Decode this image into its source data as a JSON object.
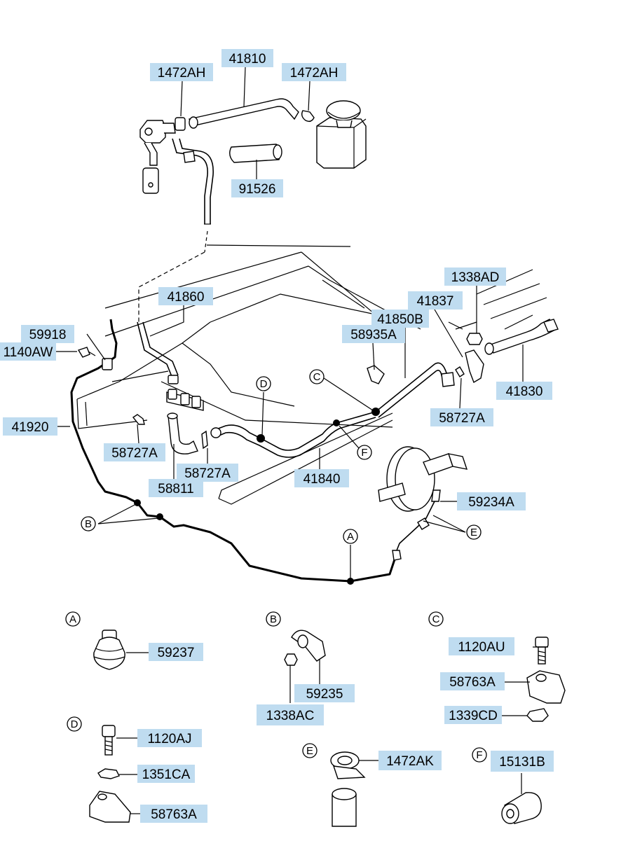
{
  "labels": {
    "p1472AH_left": "1472AH",
    "p41810": "41810",
    "p1472AH_right": "1472AH",
    "p91526": "91526",
    "p41860": "41860",
    "p1338AD": "1338AD",
    "p41837": "41837",
    "p41850B": "41850B",
    "p58935A": "58935A",
    "p59918": "59918",
    "p1140AW": "1140AW",
    "p41830": "41830",
    "p41920": "41920",
    "p58727A_right": "58727A",
    "p58727A_left": "58727A",
    "p58727A_mid": "58727A",
    "p58811": "58811",
    "p41840": "41840",
    "p59234A": "59234A",
    "p59237": "59237",
    "p59235": "59235",
    "p1338AC": "1338AC",
    "p1120AU": "1120AU",
    "p58763A_c": "58763A",
    "p1339CD": "1339CD",
    "p1120AJ": "1120AJ",
    "p1351CA": "1351CA",
    "p58763A_d": "58763A",
    "p1472AK": "1472AK",
    "p15131B": "15131B"
  },
  "callouts": {
    "A": "A",
    "B": "B",
    "C": "C",
    "D": "D",
    "E": "E",
    "F": "F"
  }
}
